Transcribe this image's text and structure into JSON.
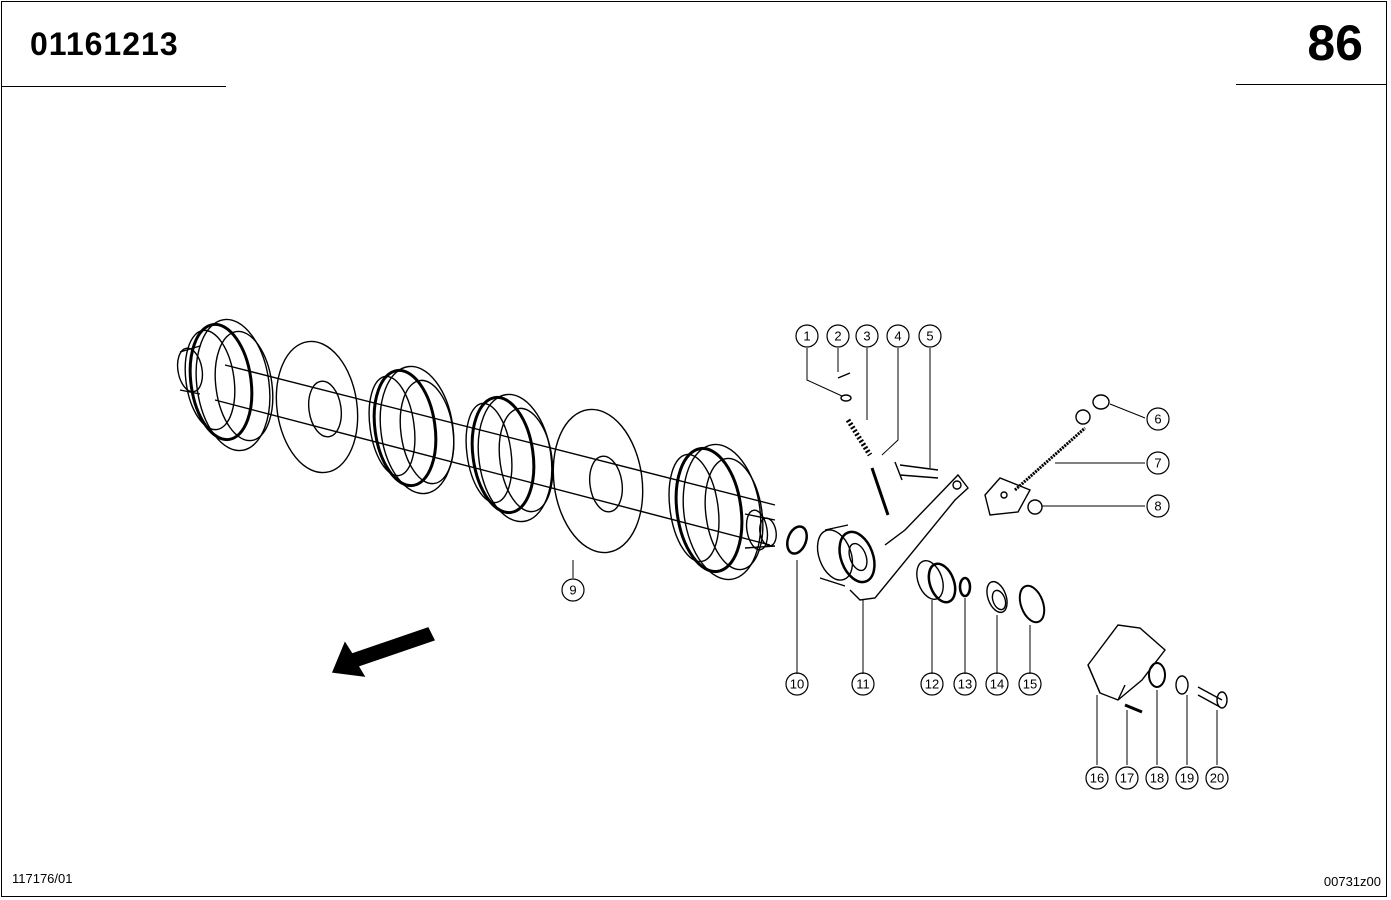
{
  "header": {
    "part_number": "01161213",
    "page_number": "86"
  },
  "footer": {
    "left_code": "117176/01",
    "right_code": "00731z00"
  },
  "callouts": [
    "1",
    "2",
    "3",
    "4",
    "5",
    "6",
    "7",
    "8",
    "9",
    "10",
    "11",
    "12",
    "13",
    "14",
    "15",
    "16",
    "17",
    "18",
    "19",
    "20"
  ],
  "colors": {
    "line": "#000000",
    "background": "#ffffff"
  }
}
